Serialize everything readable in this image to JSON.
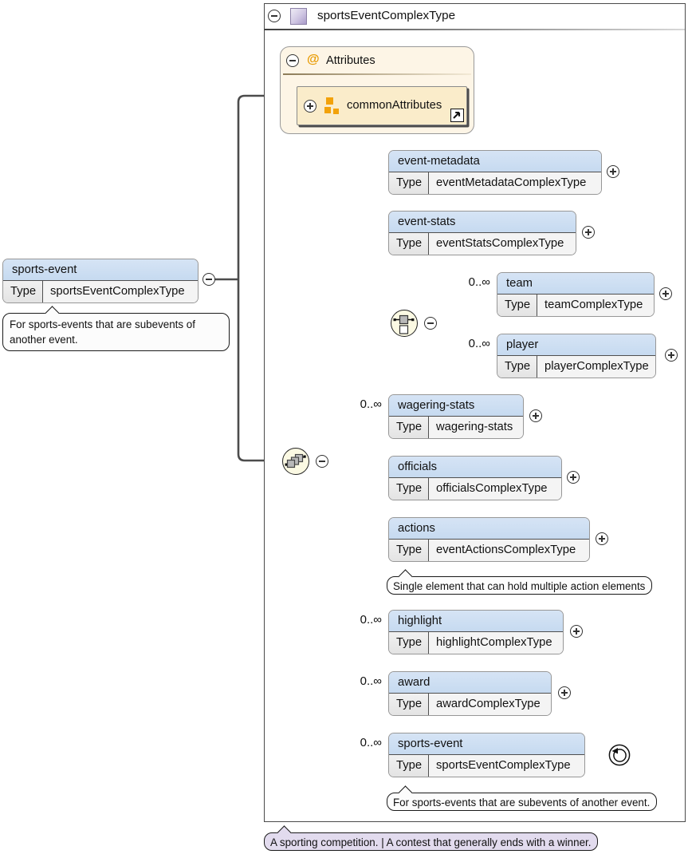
{
  "labels": {
    "type": "Type"
  },
  "root": {
    "title": "sportsEventComplexType",
    "annotation": "A sporting competition. | A contest that generally ends with a winner."
  },
  "attributes": {
    "at": "@",
    "title": "Attributes",
    "item": "commonAttributes"
  },
  "source": {
    "name": "sports-event",
    "type": "sportsEventComplexType",
    "annotation": "For sports-events that are subevents of another event."
  },
  "children": [
    {
      "name": "event-metadata",
      "type": "eventMetadataComplexType"
    },
    {
      "name": "event-stats",
      "type": "eventStatsComplexType"
    },
    {
      "name": "team",
      "type": "teamComplexType",
      "occurs": "0..∞"
    },
    {
      "name": "player",
      "type": "playerComplexType",
      "occurs": "0..∞"
    },
    {
      "name": "wagering-stats",
      "type": "wagering-stats",
      "occurs": "0..∞"
    },
    {
      "name": "officials",
      "type": "officialsComplexType"
    },
    {
      "name": "actions",
      "type": "eventActionsComplexType",
      "annotation": "Single element that can hold multiple action elements"
    },
    {
      "name": "highlight",
      "type": "highlightComplexType",
      "occurs": "0..∞"
    },
    {
      "name": "award",
      "type": "awardComplexType",
      "occurs": "0..∞"
    },
    {
      "name": "sports-event",
      "type": "sportsEventComplexType",
      "occurs": "0..∞",
      "annotation": "For sports-events that are subevents of another event."
    }
  ],
  "icons": {
    "collapse": "minus-circle",
    "expand": "plus-circle",
    "sequence": "sequence-icon",
    "choice": "choice-icon",
    "recursion": "recurse-arrow-icon",
    "navigate": "jump-arrow-icon",
    "attribute_group": "orange-squares-icon",
    "complex_type": "purple-square-icon"
  }
}
